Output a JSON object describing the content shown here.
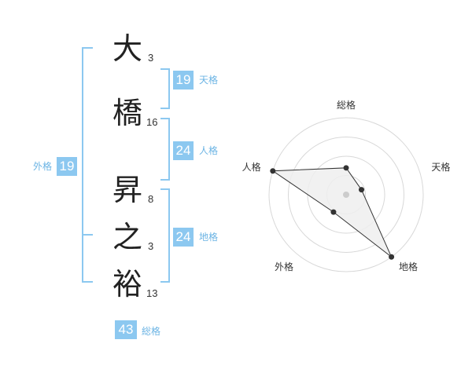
{
  "name": {
    "chars": [
      {
        "char": "大",
        "strokes": "3"
      },
      {
        "char": "橋",
        "strokes": "16"
      },
      {
        "char": "昇",
        "strokes": "8"
      },
      {
        "char": "之",
        "strokes": "3"
      },
      {
        "char": "裕",
        "strokes": "13"
      }
    ]
  },
  "fortune": {
    "tenkaku": {
      "value": "19",
      "label": "天格"
    },
    "jinkaku": {
      "value": "24",
      "label": "人格"
    },
    "chikaku": {
      "value": "24",
      "label": "地格"
    },
    "gaikaku": {
      "value": "19",
      "label": "外格"
    },
    "soukaku": {
      "value": "43",
      "label": "総格"
    }
  },
  "chart_data": {
    "type": "radar",
    "axes": [
      "総格",
      "天格",
      "地格",
      "外格",
      "人格"
    ],
    "levels": 4,
    "values": [
      1.5,
      0.9,
      4.3,
      1.2,
      4.3
    ],
    "max": 4.3,
    "colors": {
      "fill": "#efefef",
      "line": "#333333",
      "grid": "#d8d8d8",
      "point": "#333333",
      "center": "#cccccc"
    }
  },
  "colors": {
    "accent": "#8cc8f0",
    "label": "#6cb4e4"
  }
}
